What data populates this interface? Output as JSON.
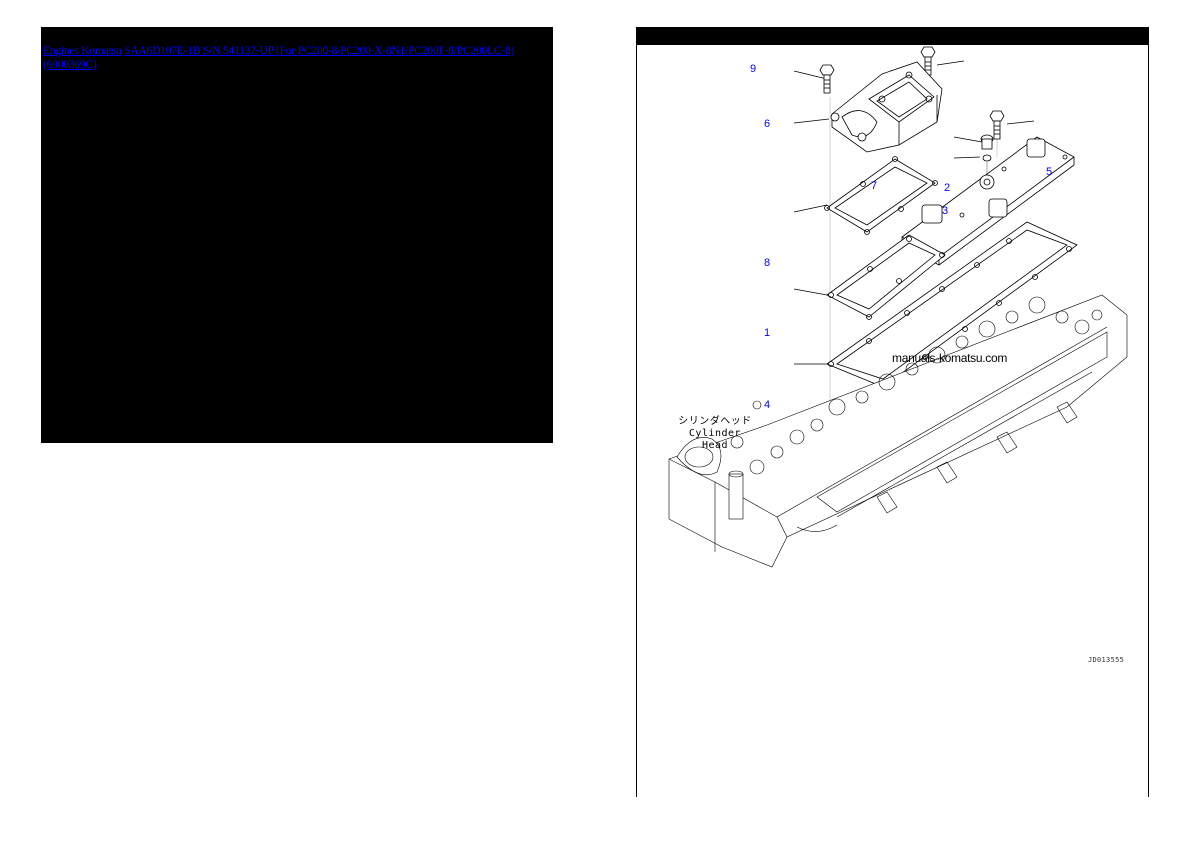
{
  "left_panel": {
    "breadcrumb": {
      "category_link": "Engines Komatsu",
      "model_link": "SAA6D107E-1B S/N 541137-UP (For PC200-8/PC200-X-8N1/PC200F-8/PC200LC-8)(6000369C)"
    }
  },
  "right_panel": {
    "diagram": {
      "callouts": [
        {
          "id": "9",
          "label": "9"
        },
        {
          "id": "6",
          "label": "6"
        },
        {
          "id": "7",
          "label": "7"
        },
        {
          "id": "2",
          "label": "2"
        },
        {
          "id": "3",
          "label": "3"
        },
        {
          "id": "5",
          "label": "5"
        },
        {
          "id": "8",
          "label": "8"
        },
        {
          "id": "1",
          "label": "1"
        },
        {
          "id": "4",
          "label": "4"
        }
      ],
      "part_caption_jp": "シリンダヘッド",
      "part_caption_en": "Cylinder Head",
      "watermark": "manuals-komatsu.com",
      "drawing_code": "JD013555"
    }
  },
  "colors": {
    "link": "#0000ff",
    "callout": "#0000ff",
    "panel_bg": "#000000",
    "line": "#000000"
  }
}
